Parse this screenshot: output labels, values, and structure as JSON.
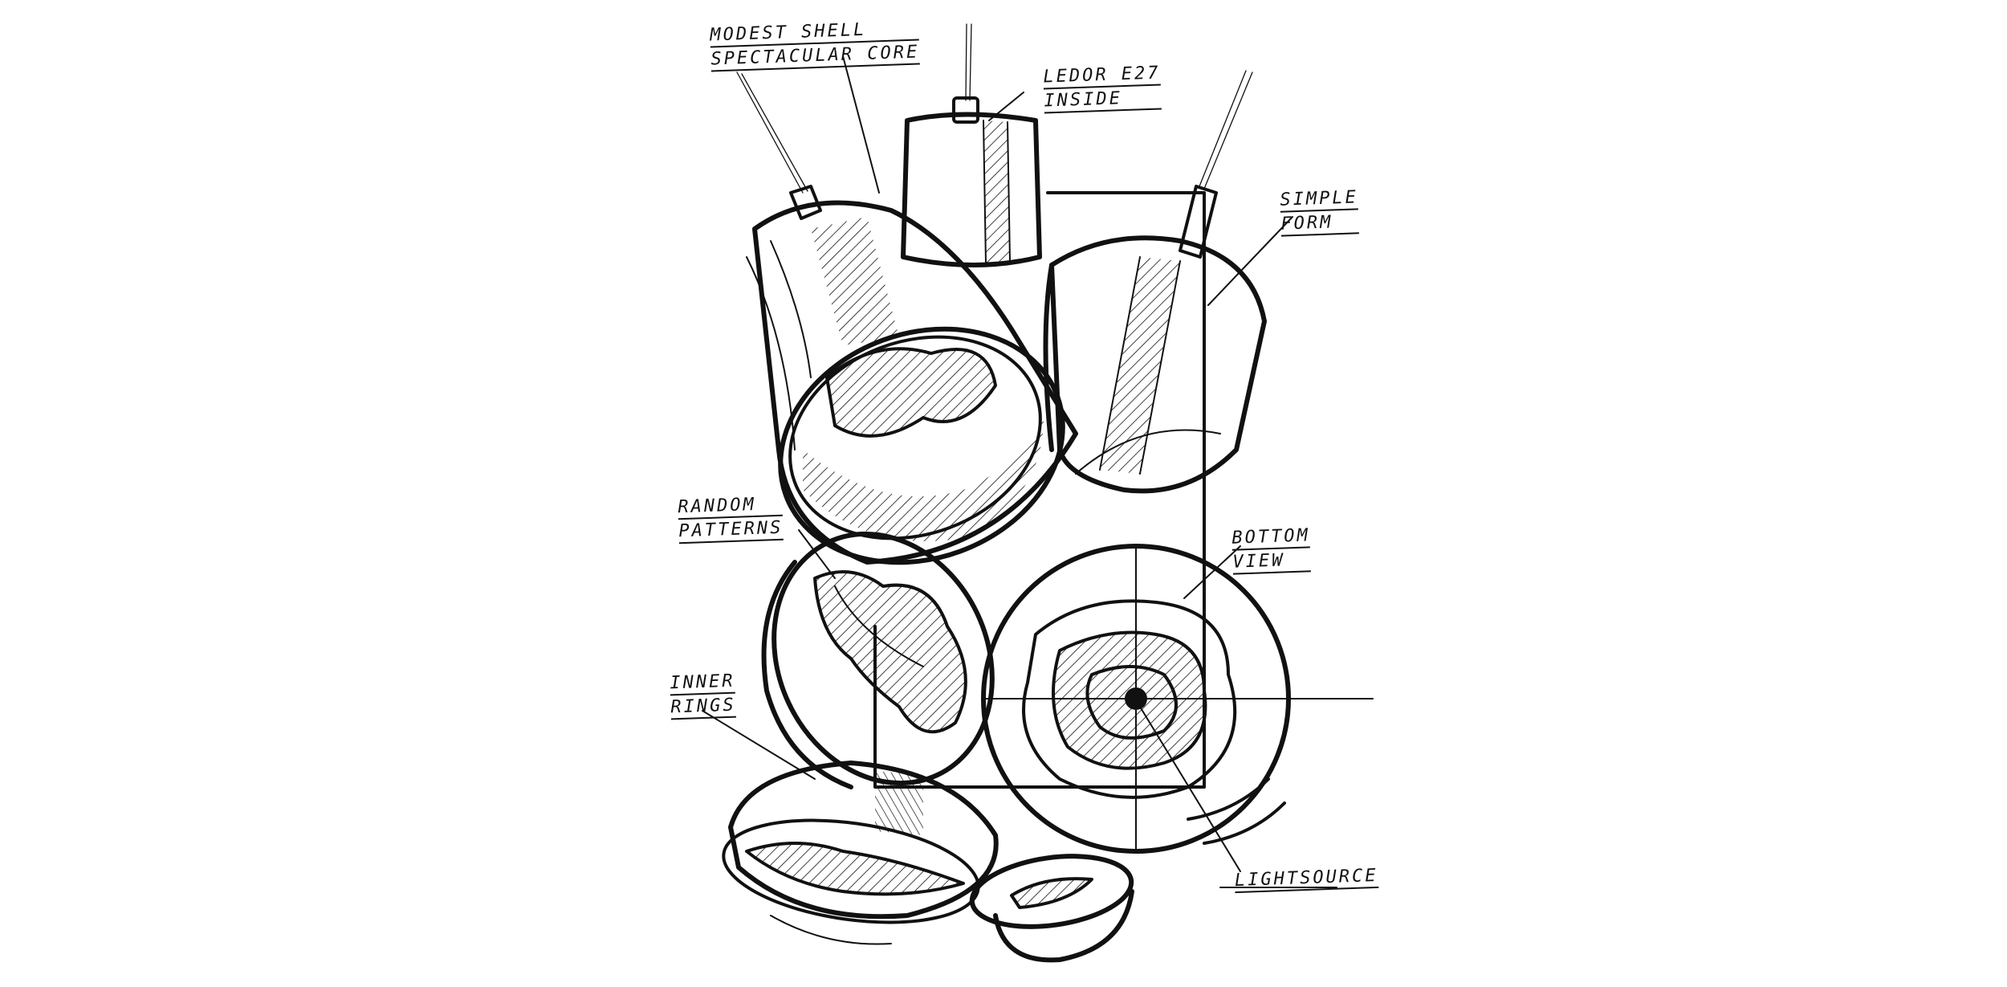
{
  "sketch": {
    "stroke_color": "#111111",
    "background": "#ffffff",
    "annotations": [
      {
        "id": "modest-shell",
        "lines": [
          "MODEST SHELL",
          "SPECTACULAR CORE"
        ]
      },
      {
        "id": "ledore27",
        "lines": [
          "LEDOR E27",
          "INSIDE"
        ]
      },
      {
        "id": "simple-form",
        "lines": [
          "SIMPLE",
          "FORM"
        ]
      },
      {
        "id": "random-patterns",
        "lines": [
          "RANDOM",
          "PATTERNS"
        ]
      },
      {
        "id": "bottom-view",
        "lines": [
          "BOTTOM",
          "VIEW"
        ]
      },
      {
        "id": "inner-rings",
        "lines": [
          "INNER",
          "RINGS"
        ]
      },
      {
        "id": "lightsource",
        "lines": [
          "LIGHTSOURCE"
        ]
      }
    ]
  }
}
